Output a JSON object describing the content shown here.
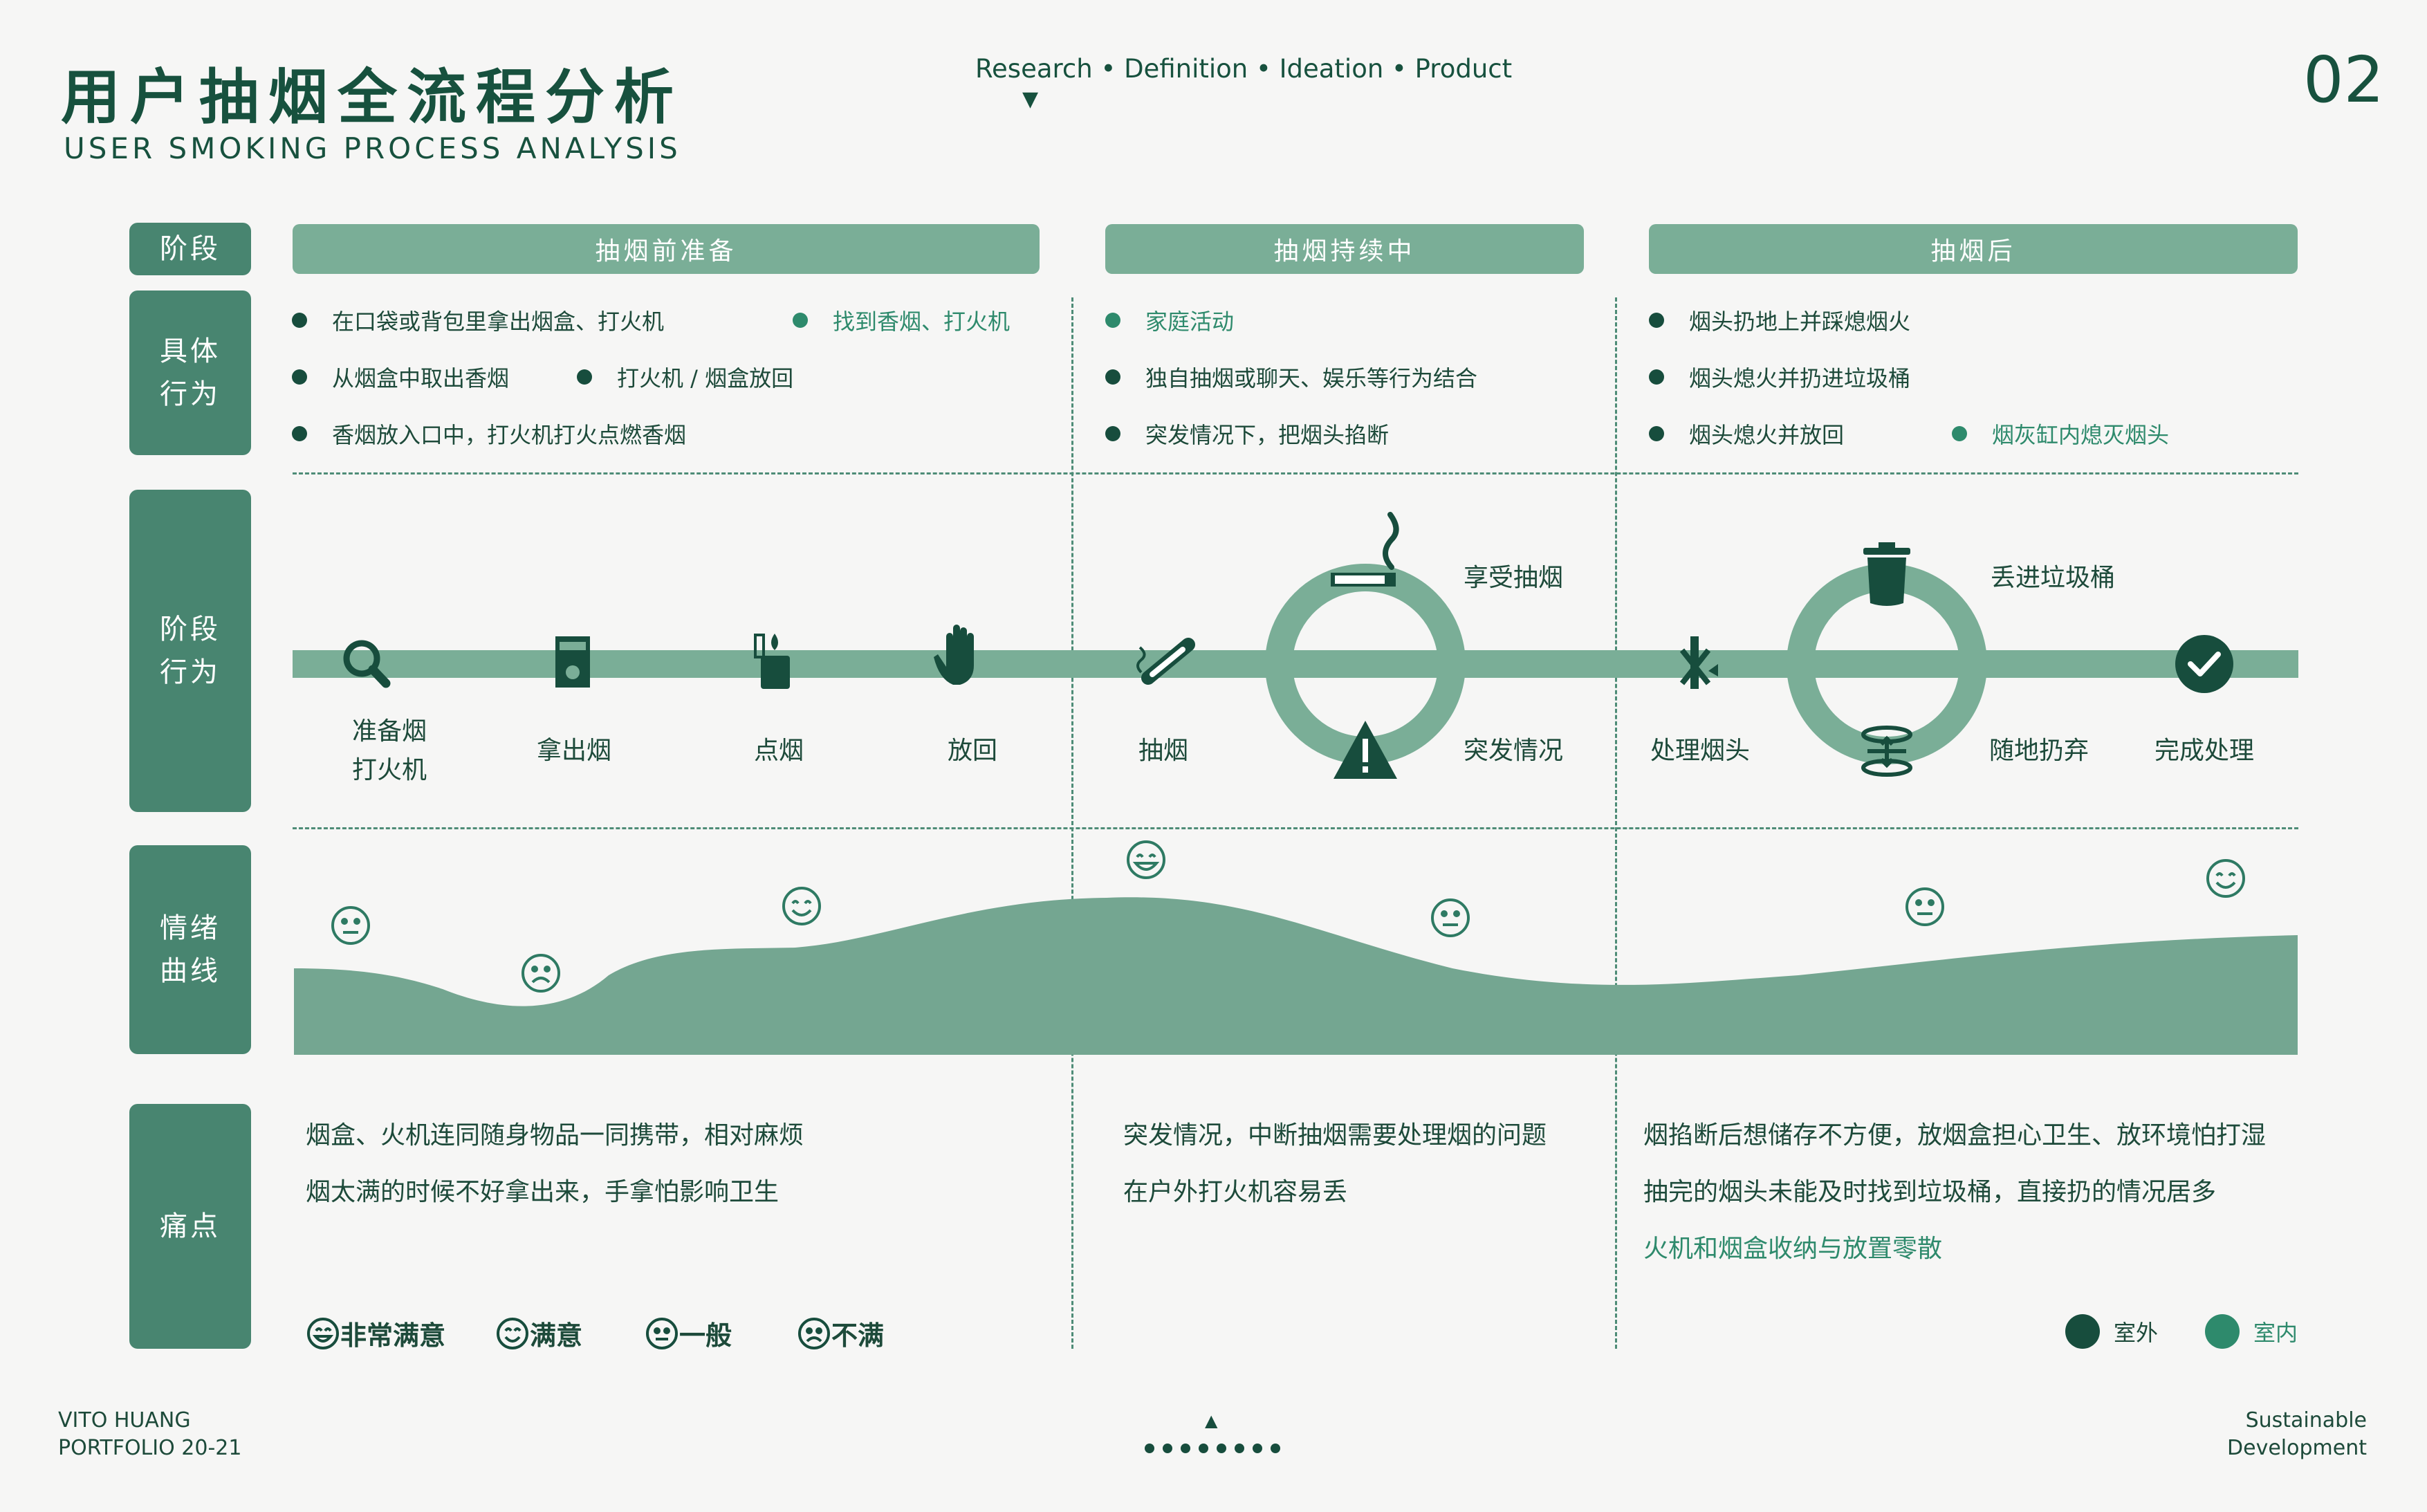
{
  "header": {
    "title": "用户抽烟全流程分析",
    "subtitle": "USER SMOKING PROCESS ANALYSIS",
    "nav": "Research • Definition • Ideation • Product",
    "nav_arrow": "▼",
    "page_number": "02"
  },
  "rows": {
    "stage": "阶段",
    "behavior": [
      "具体",
      "行为"
    ],
    "stage_behavior": [
      "阶段",
      "行为"
    ],
    "emotion": [
      "情绪",
      "曲线"
    ],
    "pain": "痛点"
  },
  "phases": [
    "抽烟前准备",
    "抽烟持续中",
    "抽烟后"
  ],
  "behaviors": [
    {
      "text": "在口袋或背包里拿出烟盒、打火机",
      "place": "outdoor"
    },
    {
      "text": "找到香烟、打火机",
      "place": "indoor"
    },
    {
      "text": "从烟盒中取出香烟",
      "place": "outdoor"
    },
    {
      "text": "打火机 / 烟盒放回",
      "place": "outdoor"
    },
    {
      "text": "香烟放入口中，打火机打火点燃香烟",
      "place": "outdoor"
    },
    {
      "text": "家庭活动",
      "place": "indoor"
    },
    {
      "text": "独自抽烟或聊天、娱乐等行为结合",
      "place": "outdoor"
    },
    {
      "text": "突发情况下，把烟头掐断",
      "place": "outdoor"
    },
    {
      "text": "烟头扔地上并踩熄烟火",
      "place": "outdoor"
    },
    {
      "text": "烟头熄火并扔进垃圾桶",
      "place": "outdoor"
    },
    {
      "text": "烟头熄火并放回",
      "place": "outdoor"
    },
    {
      "text": "烟灰缸内熄灭烟头",
      "place": "indoor"
    }
  ],
  "steps": [
    {
      "label": [
        "准备烟",
        "打火机"
      ],
      "icon": "search-icon"
    },
    {
      "label": [
        "拿出烟"
      ],
      "icon": "cigarette-pack-icon"
    },
    {
      "label": [
        "点烟"
      ],
      "icon": "lighter-icon"
    },
    {
      "label": [
        "放回"
      ],
      "icon": "hand-icon"
    },
    {
      "label": [
        "抽烟"
      ],
      "icon": "cigarette-icon"
    },
    {
      "label": [
        "享受抽烟"
      ],
      "icon": "smoking-cigarette-icon"
    },
    {
      "label": [
        "突发情况"
      ],
      "icon": "warning-icon"
    },
    {
      "label": [
        "处理烟头"
      ],
      "icon": "no-smoking-icon"
    },
    {
      "label": [
        "丢进垃圾桶"
      ],
      "icon": "trash-icon"
    },
    {
      "label": [
        "随地扔弃"
      ],
      "icon": "drop-icon"
    },
    {
      "label": [
        "完成处理"
      ],
      "icon": "check-icon"
    }
  ],
  "emotion_points": [
    "neutral",
    "unsatisfied",
    "satisfied",
    "very-satisfied",
    "neutral",
    "neutral",
    "satisfied"
  ],
  "pain_points": [
    {
      "text": "烟盒、火机连同随身物品一同携带，相对麻烦",
      "place": "outdoor"
    },
    {
      "text": "烟太满的时候不好拿出来，手拿怕影响卫生",
      "place": "outdoor"
    },
    {
      "text": "突发情况，中断抽烟需要处理烟的问题",
      "place": "outdoor"
    },
    {
      "text": "在户外打火机容易丢",
      "place": "outdoor"
    },
    {
      "text": "烟掐断后想储存不方便，放烟盒担心卫生、放环境怕打湿",
      "place": "outdoor"
    },
    {
      "text": "抽完的烟头未能及时找到垃圾桶，直接扔的情况居多",
      "place": "outdoor"
    },
    {
      "text": "火机和烟盒收纳与放置零散",
      "place": "indoor"
    }
  ],
  "emotion_legend": [
    "非常满意",
    "满意",
    "一般",
    "不满"
  ],
  "location_legend": [
    "室外",
    "室内"
  ],
  "footer": {
    "author": "VITO HUANG",
    "portfolio": "PORTFOLIO 20-21",
    "right_1": "Sustainable",
    "right_2": "Development",
    "arrow": "▲"
  },
  "colors": {
    "dark": "#174d3d",
    "accent": "#2e8a6c",
    "phase": "#7aae97",
    "label_bg": "#488570",
    "curve": "#74a691"
  }
}
